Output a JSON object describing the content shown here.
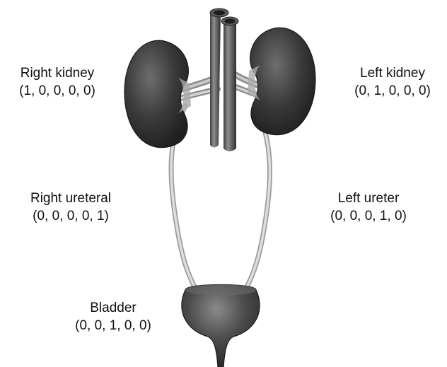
{
  "labels": {
    "right_kidney": {
      "name": "Right kidney",
      "code": "(1, 0, 0, 0, 0)"
    },
    "left_kidney": {
      "name": "Left kidney",
      "code": "(0, 1, 0, 0, 0)"
    },
    "right_ureter": {
      "name": "Right ureteral",
      "code": "(0, 0, 0, 0, 1)"
    },
    "left_ureter": {
      "name": "Left ureter",
      "code": "(0, 0, 0, 1, 0)"
    },
    "bladder": {
      "name": "Bladder",
      "code": "(0, 0, 1, 0, 0)"
    }
  },
  "colors": {
    "organ_dark": "#2b2b2b",
    "organ_mid": "#5a5a5a",
    "organ_light": "#9a9a9a",
    "duct": "#cfcfcf"
  }
}
